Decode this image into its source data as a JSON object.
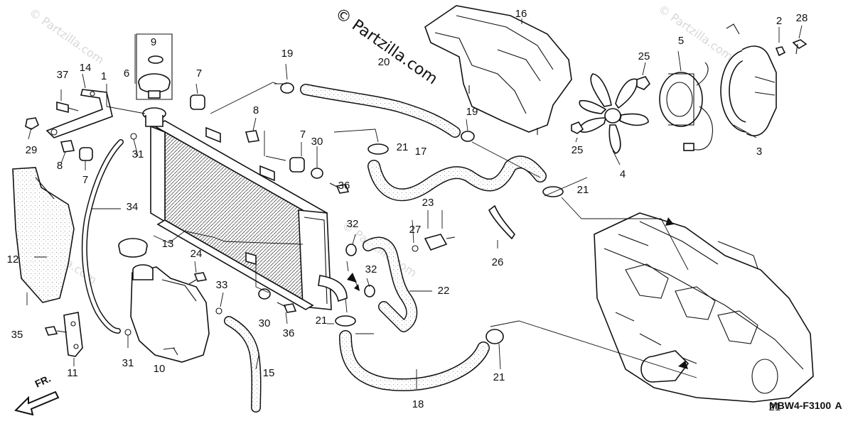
{
  "diagram": {
    "watermark_main": "© Partzilla.com",
    "watermark_faint": "© Partzilla.com",
    "code": "MBW4-F3100",
    "code_suffix": "A",
    "front_arrow_label": "FR.",
    "colors": {
      "ink": "#111111",
      "paper": "#ffffff",
      "speckle": "#f2f2f2",
      "watermark_faint": "#d8d8d8"
    },
    "labels": [
      "1",
      "2",
      "3",
      "4",
      "5",
      "6",
      "7",
      "7",
      "7",
      "8",
      "8",
      "9",
      "10",
      "11",
      "12",
      "13",
      "14",
      "15",
      "16",
      "17",
      "18",
      "19",
      "19",
      "20",
      "21",
      "21",
      "21",
      "21",
      "21",
      "22",
      "23",
      "24",
      "25",
      "25",
      "26",
      "27",
      "28",
      "29",
      "30",
      "30",
      "31",
      "31",
      "32",
      "32",
      "33",
      "34",
      "35",
      "36",
      "36",
      "37"
    ]
  }
}
